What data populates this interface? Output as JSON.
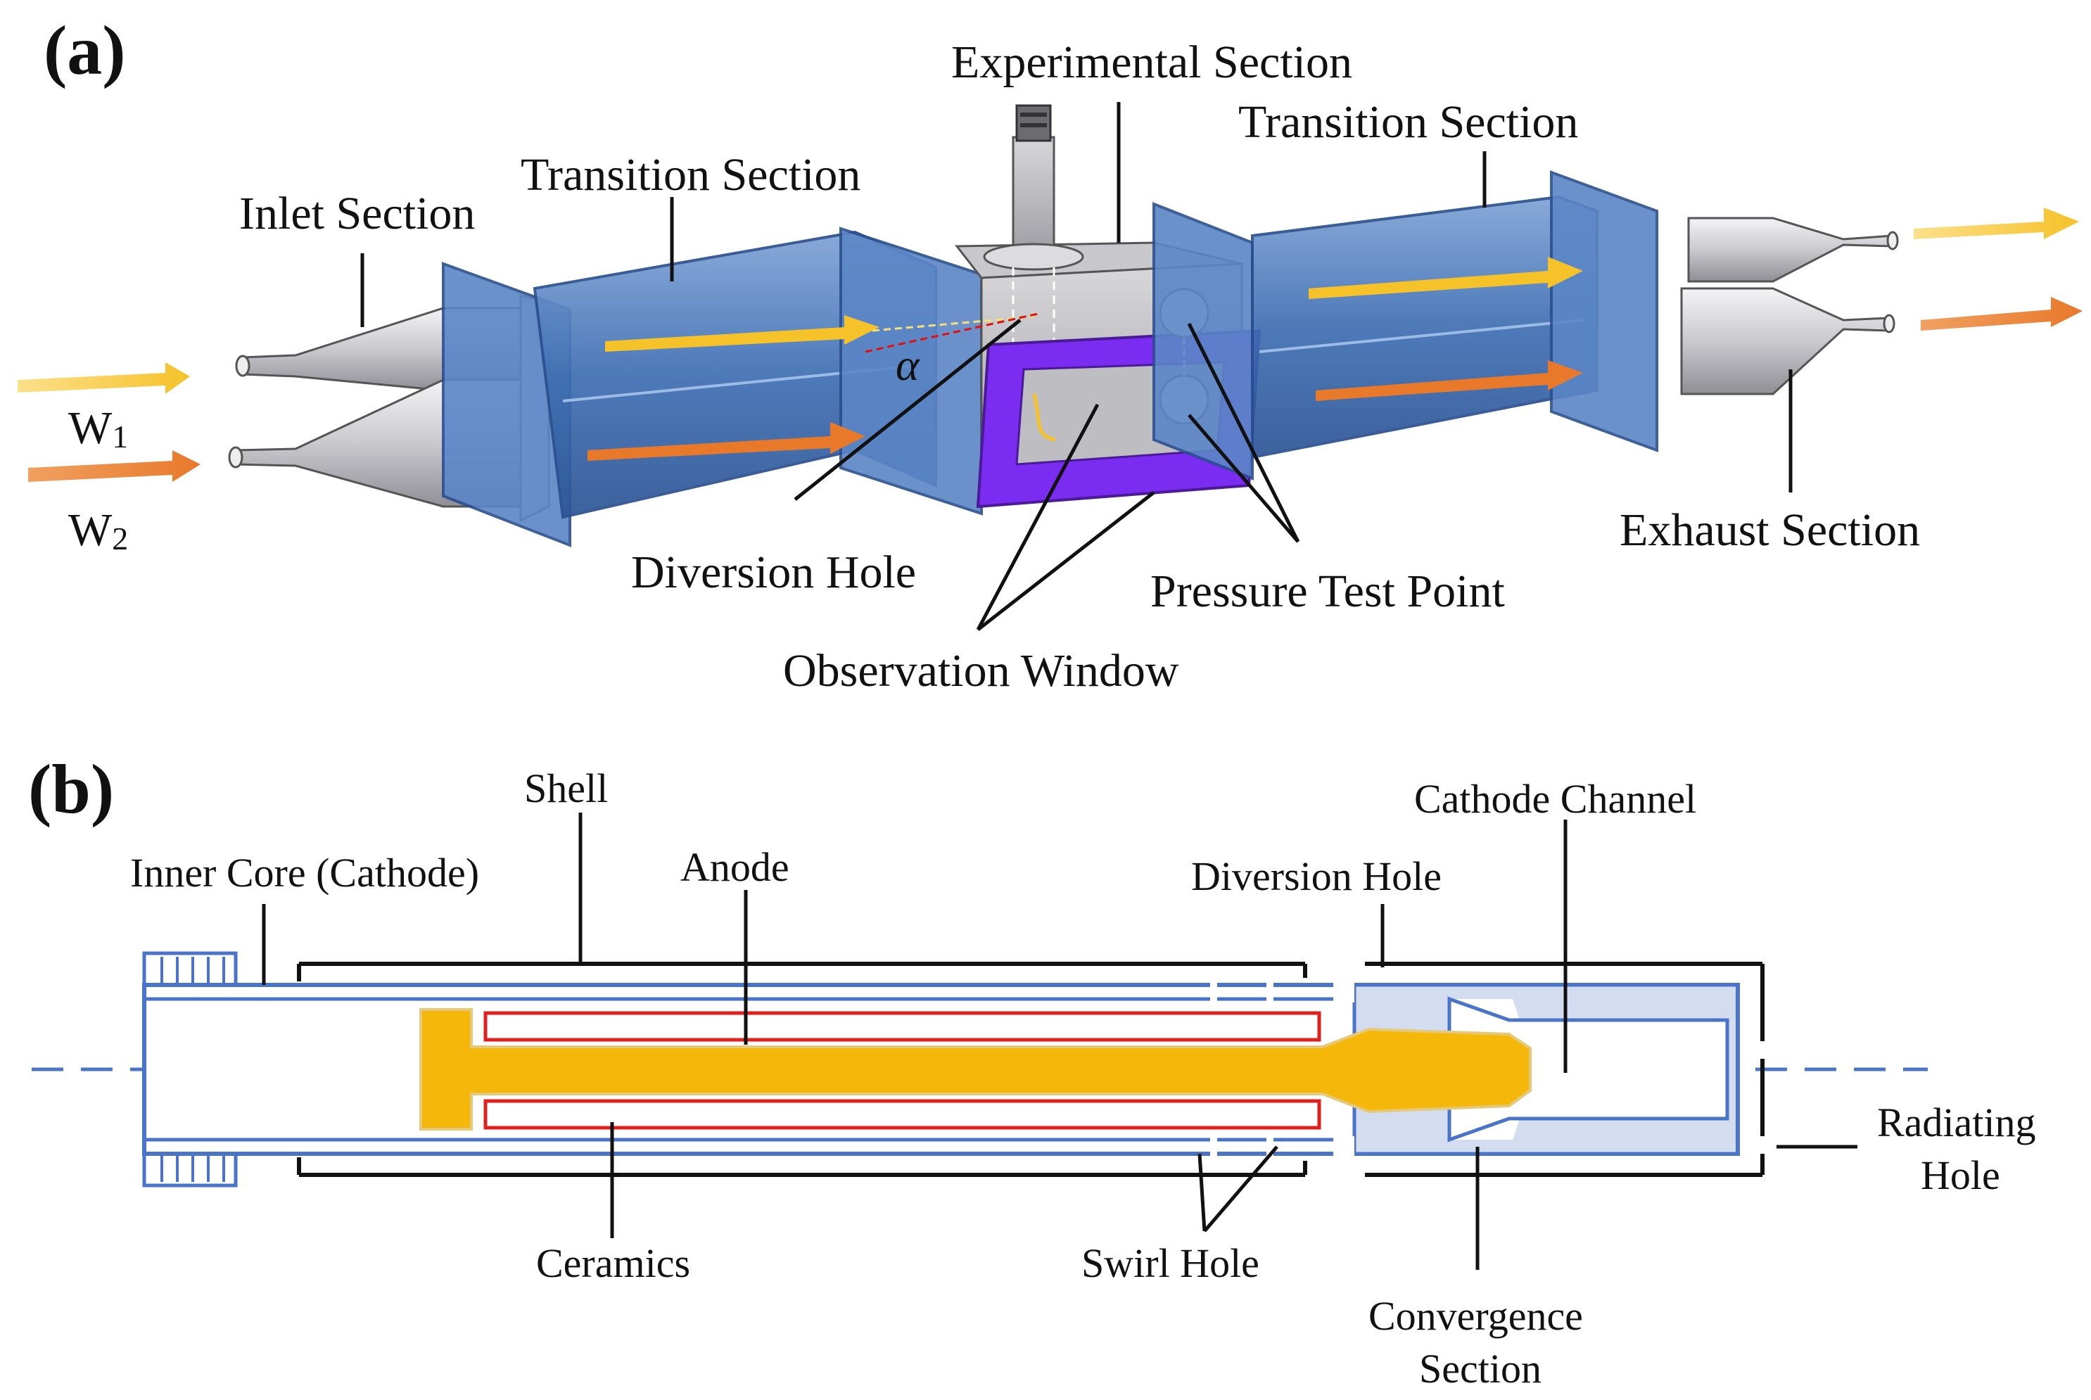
{
  "panel_a": {
    "letter": "(a)",
    "labels": {
      "experimental_section": "Experimental Section",
      "transition_section_right": "Transition Section",
      "transition_section_left": "Transition Section",
      "inlet_section": "Inlet Section",
      "w1": "W",
      "w1_sub": "1",
      "w2": "W",
      "w2_sub": "2",
      "alpha": "α",
      "diversion_hole": "Diversion Hole",
      "pressure_test_point": "Pressure Test Point",
      "observation_window": "Observation Window",
      "exhaust_section": "Exhaust Section"
    },
    "colors": {
      "duct_blue": "#3f6fb3",
      "duct_blue_light": "#7fa3d6",
      "flow_yellow": "#f6c22a",
      "flow_orange": "#e8792a",
      "window_purple": "#7a2cf0",
      "steel_gray": "#b5b5b8"
    }
  },
  "panel_b": {
    "letter": "(b)",
    "labels": {
      "inner_core": "Inner Core (Cathode)",
      "shell": "Shell",
      "anode": "Anode",
      "diversion_hole": "Diversion Hole",
      "cathode_channel": "Cathode Channel",
      "radiating_hole_1": "Radiating",
      "radiating_hole_2": "Hole",
      "ceramics": "Ceramics",
      "swirl_hole": "Swirl Hole",
      "convergence_1": "Convergence",
      "convergence_2": "Section"
    },
    "colors": {
      "outline_blue": "#4a74c9",
      "anode_yellow": "#f5b80a",
      "ceramic_red": "#e0201c",
      "fill_light_blue": "#d4dcef"
    }
  }
}
